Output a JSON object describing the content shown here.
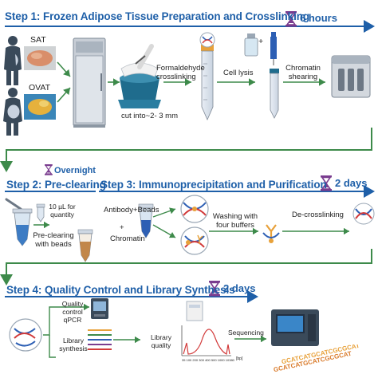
{
  "colors": {
    "arrow_blue": "#1e5fa8",
    "arrow_green": "#3d8a4a",
    "hourglass": "#7a3d8f",
    "dna_red": "#d23a3a",
    "dna_blue": "#2d5fb4",
    "bead_orange": "#e8a13a"
  },
  "step1": {
    "title": "Step 1: Frozen Adipose Tissue Preparation and Crosslinking",
    "duration": "6 hours",
    "sat_label": "SAT",
    "ovat_label": "OVAT",
    "cut_label": "cut into~2- 3 mm",
    "formaldehyde_label": "Formaldehyde crosslinking",
    "lysis_label": "Cell lysis",
    "shearing_label": "Chromatin shearing",
    "plus": "+"
  },
  "step2": {
    "title": "Step 2: Pre-clearing",
    "duration": "Overnight",
    "aliquot_label": "10 µL for quantity",
    "preclearing_label": "Pre-clearing with beads"
  },
  "step3": {
    "title": "Step 3: Immunoprecipitation and Purification",
    "duration": "2 days",
    "antibody_label": "Antibody+Beads",
    "plus": "+",
    "chromatin_label": "Chromatin",
    "washing_label": "Washing with four buffers",
    "decross_label": "De-crosslinking"
  },
  "step4": {
    "title": "Step 4: Quality Control and Library Synthesis",
    "duration": "2 days",
    "qc_label": "Quality control qPCR",
    "library_synthesis_label": "Library synthesis",
    "library_quality_label": "Library quality",
    "sequencing_label": "Sequencing",
    "axis_ticks": [
      "35",
      "100",
      "200",
      "300",
      "400",
      "500",
      "1000",
      "10380"
    ],
    "axis_unit": "[bp]",
    "sequence_text": "GCATCATGCATCGCGCAT"
  }
}
